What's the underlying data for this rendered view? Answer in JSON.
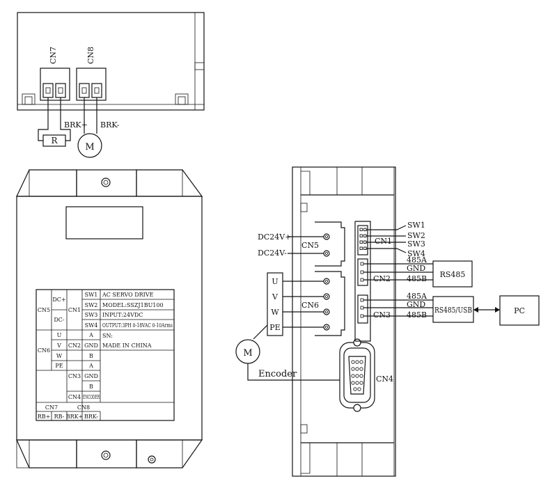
{
  "top_view": {
    "cn7": "CN7",
    "cn8": "CN8",
    "resistor": "R",
    "brk_plus": "BRK+",
    "brk_minus": "BRK-",
    "motor": "M"
  },
  "label_table": {
    "cn5": "CN5",
    "dc_plus": "DC+",
    "dc_minus": "DC-",
    "cn1": "CN1",
    "sw1": "SW1",
    "sw2": "SW2",
    "sw3": "SW3",
    "sw4": "SW4",
    "info_1": "AC SERVO DRIVE",
    "info_2": "MODEL:SSZJ1BU100",
    "info_3": "INPUT:24VDC",
    "info_4": "OUTPUT:3PH 0-18VAC 0-10Arms",
    "info_5": "SN:",
    "info_6": "MADE IN CHINA",
    "cn6": "CN6",
    "u": "U",
    "v": "V",
    "w": "W",
    "pe": "PE",
    "cn2": "CN2",
    "a": "A",
    "gnd": "GND",
    "b": "B",
    "cn3": "CN3",
    "cn4": "CN4",
    "encoder": "ENCODER",
    "cn7": "CN7",
    "cn8": "CN8",
    "rb_plus": "RB+",
    "rb_minus": "RB-",
    "brk_plus": "BRK+",
    "brk_minus": "BRK-"
  },
  "wiring": {
    "dc24v_plus": "DC24V+",
    "dc24v_minus": "DC24V-",
    "cn5": "CN5",
    "u": "U",
    "v": "V",
    "w": "W",
    "pe": "PE",
    "cn6": "CN6",
    "motor": "M",
    "encoder": "Encoder",
    "cn1": "CN1",
    "sw1": "SW1",
    "sw2": "SW2",
    "sw3": "SW3",
    "sw4": "SW4",
    "cn2_485a": "485A",
    "cn2_gnd": "GND",
    "cn2_485b": "485B",
    "cn2": "CN2",
    "rs485": "RS485",
    "cn3_485a": "485A",
    "cn3_gnd": "GND",
    "cn3_485b": "485B",
    "cn3": "CN3",
    "rs485_usb": "RS485/USB",
    "pc": "PC",
    "cn4": "CN4"
  }
}
